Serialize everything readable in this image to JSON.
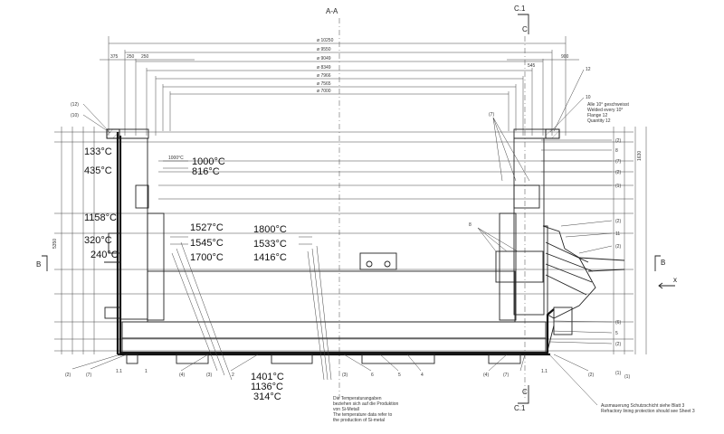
{
  "header": {
    "section_title": "A-A",
    "cut_label_top": "C.1",
    "cut_label_bottom": "C.1",
    "cut_c_top": "C",
    "cut_c_bottom": "C",
    "cut_b_left": "B",
    "cut_b_right": "B",
    "axis_x": "x"
  },
  "dimensions": {
    "top": [
      "ø 10250",
      "ø 9550",
      "ø 9049",
      "ø 8349",
      "ø 7966",
      "ø 7565",
      "ø 7000"
    ],
    "small_top": [
      "375",
      "250",
      "250",
      "900",
      "545"
    ],
    "right_height": "1630",
    "left_height": "5350"
  },
  "temperatures": {
    "left": [
      "133°C",
      "435°C",
      "1158°C",
      "320°C",
      "240°C"
    ],
    "upper_mid": [
      "1000°C",
      "816°C"
    ],
    "center": [
      "1527°C",
      "1545°C",
      "1700°C"
    ],
    "right_center": [
      "1800°C",
      "1533°C",
      "1416°C"
    ],
    "bottom": [
      "1401°C",
      "1136°C",
      "314°C"
    ]
  },
  "part_labels": {
    "left_top": [
      "(12)",
      "(10)"
    ],
    "right": [
      "12",
      "10",
      "(7)",
      "(2)",
      "8",
      "(7)",
      "(2)",
      "(1)",
      "8",
      "(2)",
      "11",
      "(2)",
      "(6)",
      "5",
      "(2)",
      "(1)"
    ],
    "bottom": [
      "(2)",
      "(7)",
      "1.1",
      "1",
      "(4)",
      "(3)",
      "2",
      "(3)",
      "6",
      "5",
      "4",
      "(4)",
      "(7)",
      "1.1",
      "(2)",
      "(1)"
    ]
  },
  "notes": {
    "part10": [
      "Alle 10° geschweisst",
      "Welded every 10°",
      "Flange 12",
      "Quantity 12"
    ],
    "temperature_note": [
      "Die Temperaturangaben",
      "beziehen sich auf die Produktion",
      "von Si-Metall",
      "The temperature data refer to",
      "the production of Si-metal"
    ],
    "refractory_note": [
      "Ausmauerung Schutzschicht siehe Blatt 3",
      "Refractory lining protection should see Sheet 3"
    ]
  }
}
